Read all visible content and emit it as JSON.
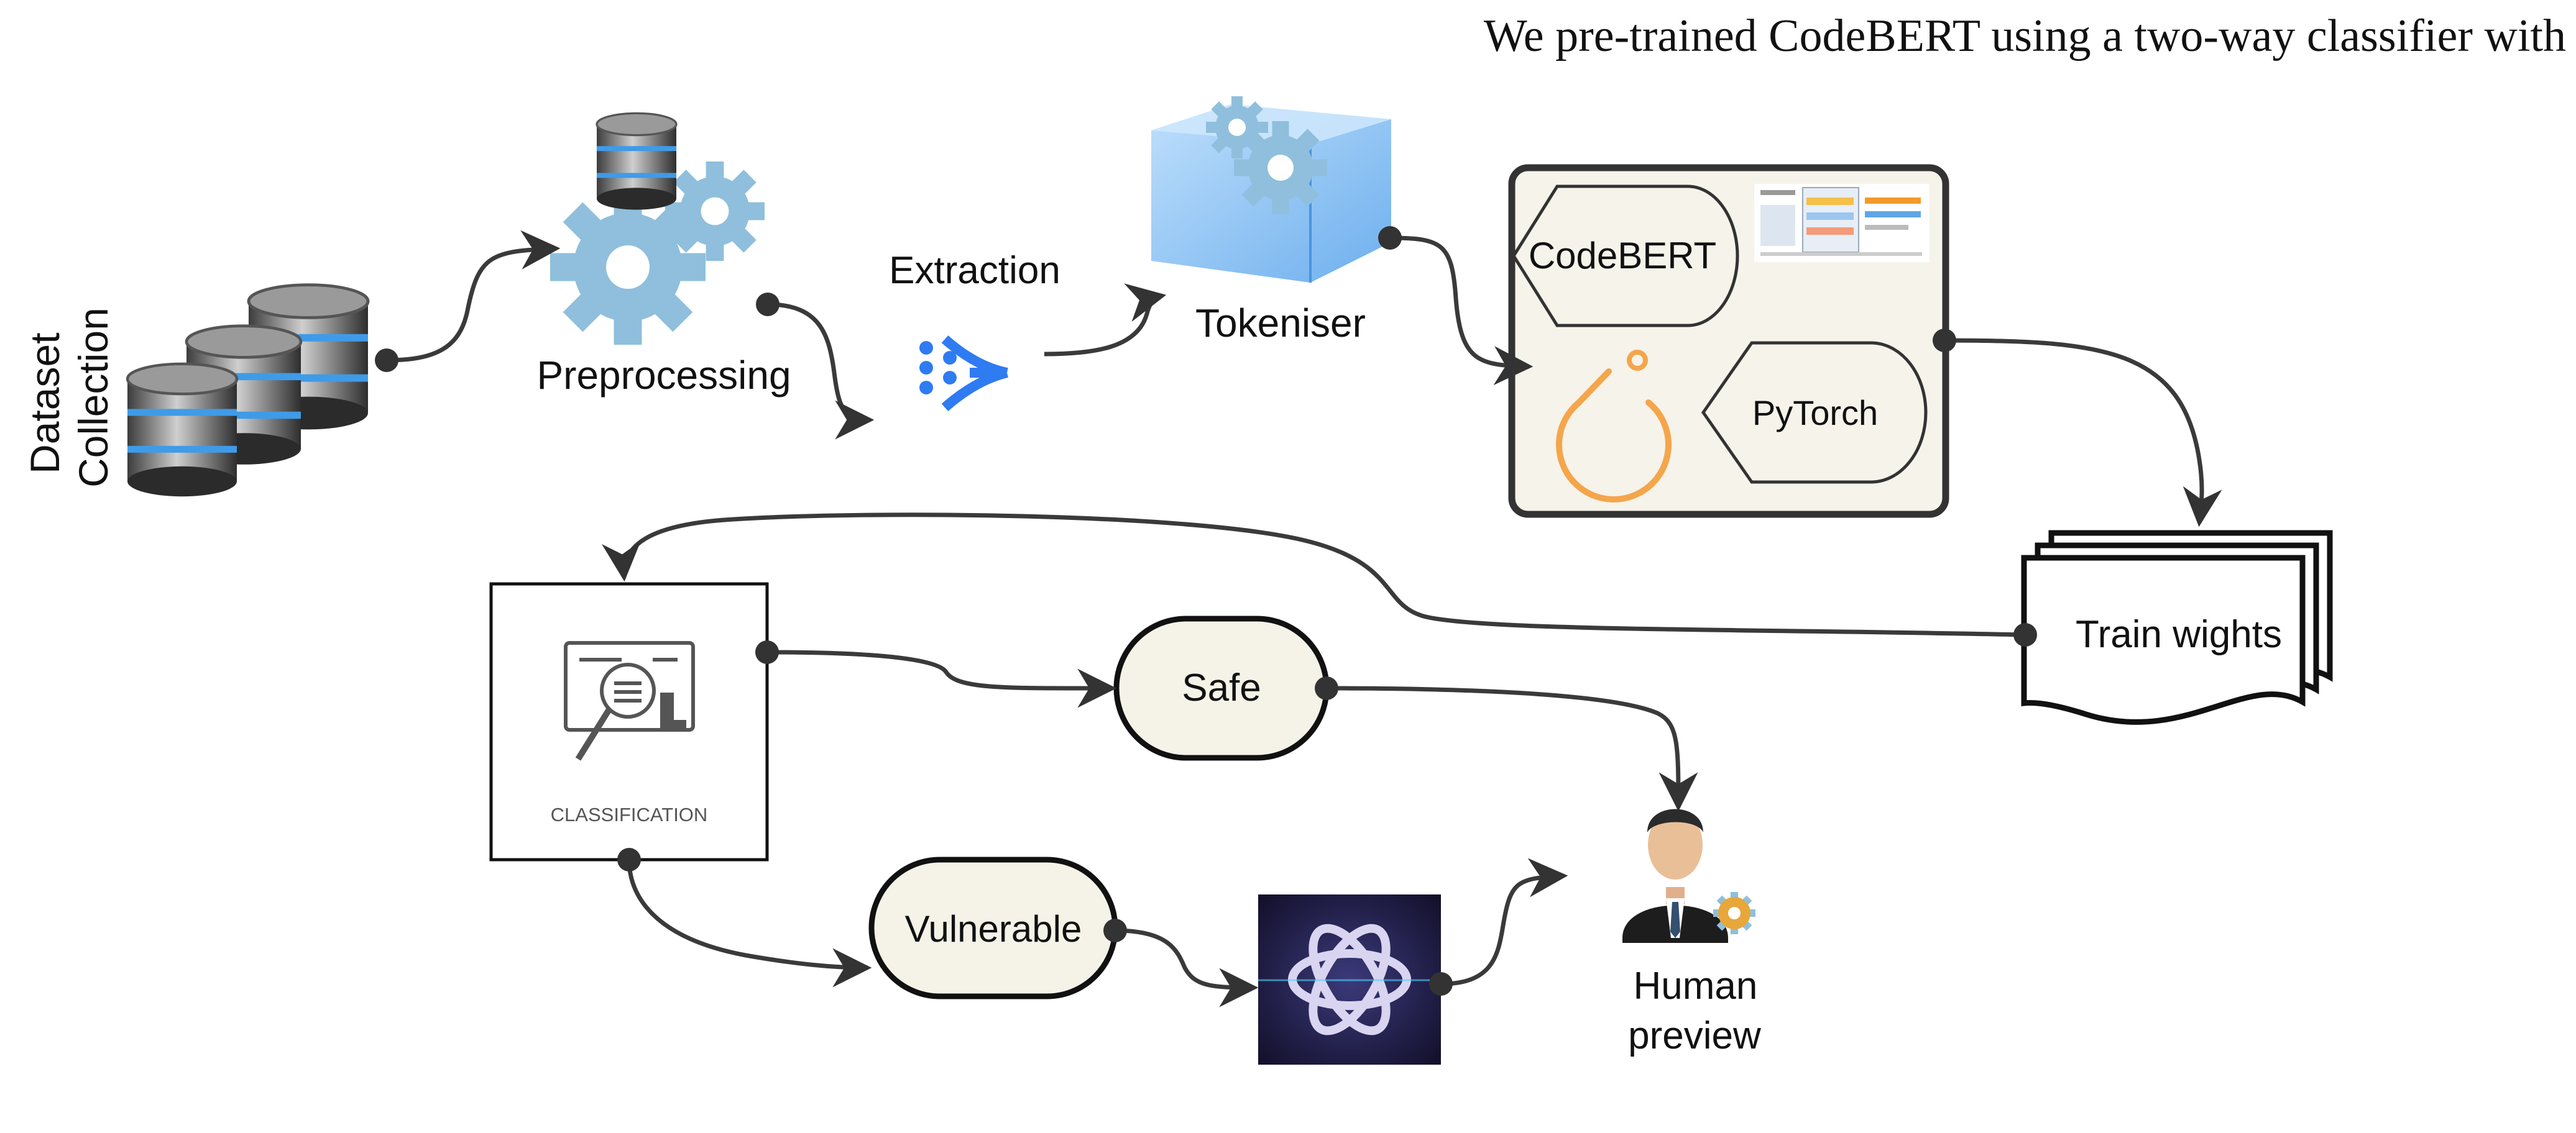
{
  "caption": "We pre-trained CodeBERT using a two-way classifier with",
  "nodes": {
    "dataset": {
      "line1": "Dataset",
      "line2": "Collection"
    },
    "preprocessing": "Preprocessing",
    "extraction": "Extraction",
    "tokeniser": "Tokeniser",
    "codebert": "CodeBERT",
    "pytorch": "PyTorch",
    "train_weights": "Train wights",
    "classification": "CLASSIFICATION",
    "safe": "Safe",
    "vulnerable": "Vulnerable",
    "human": {
      "line1": "Human",
      "line2": "preview"
    }
  },
  "colors": {
    "connector": "#3a3a3a",
    "pill_fill": "#f5f2e8",
    "model_box_fill": "#f6f3ea",
    "pytorch_orange": "#f5a54a",
    "database_highlight": "#3f9be8",
    "gear_blue": "#8fbfdc",
    "extraction_blue": "#2f7bf2",
    "tokeniser_cube": "#8fc3f2",
    "ai_bg": "#1a1838"
  },
  "icons": [
    "database-icon",
    "gear-icon",
    "extraction-icon",
    "cube-icon",
    "pytorch-icon",
    "paper-thumbnail",
    "magnifier-icon",
    "openai-icon",
    "person-icon"
  ]
}
